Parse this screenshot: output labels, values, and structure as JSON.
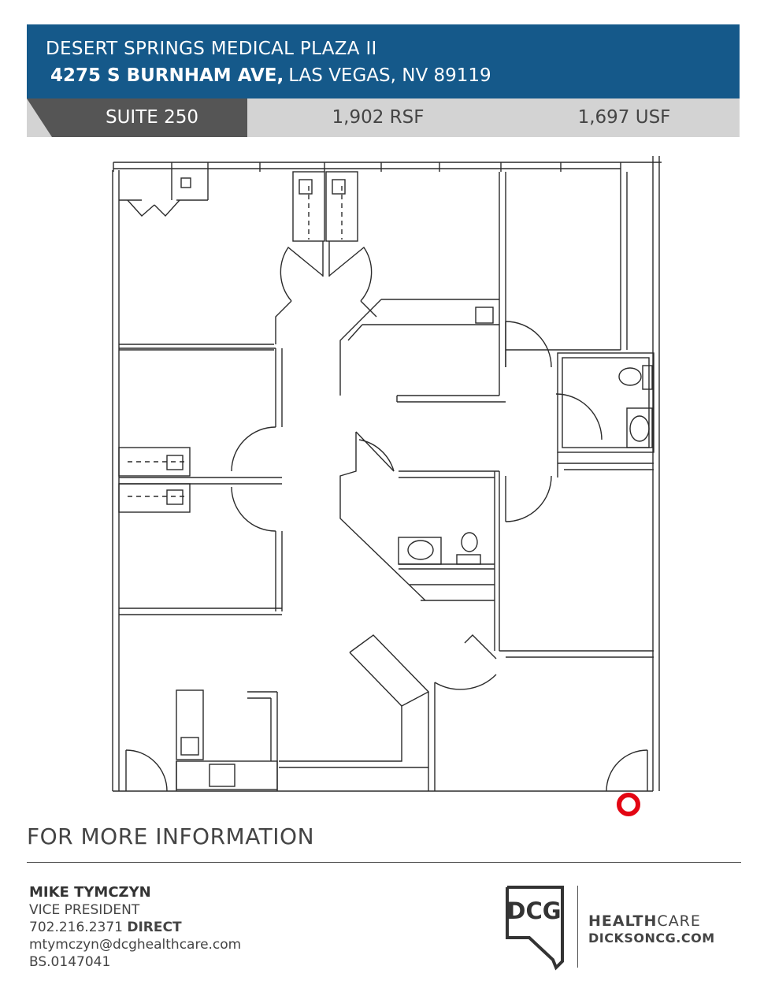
{
  "header": {
    "building_name": "DESERT SPRINGS MEDICAL PLAZA II",
    "street": "4275 S BURNHAM AVE,",
    "city": "LAS VEGAS, NV 89119",
    "brand_color": "#15598a"
  },
  "suite": {
    "label": "SUITE 250",
    "rsf": "1,902 RSF",
    "usf": "1,697 USF"
  },
  "floorplan": {
    "icon": "floor-plan",
    "marker_color": "#e30613"
  },
  "info": {
    "heading": "FOR MORE INFORMATION"
  },
  "contact": {
    "name": "MIKE TYMCZYN",
    "title": "VICE PRESIDENT",
    "phone": "702.216.2371",
    "phone_type": "DIRECT",
    "email": "mtymczyn@dcghealthcare.com",
    "license": "BS.0147041"
  },
  "brand": {
    "logo_text": "DCG",
    "name_bold": "HEALTH",
    "name_light": "CARE",
    "website": "DICKSONCG.COM"
  }
}
